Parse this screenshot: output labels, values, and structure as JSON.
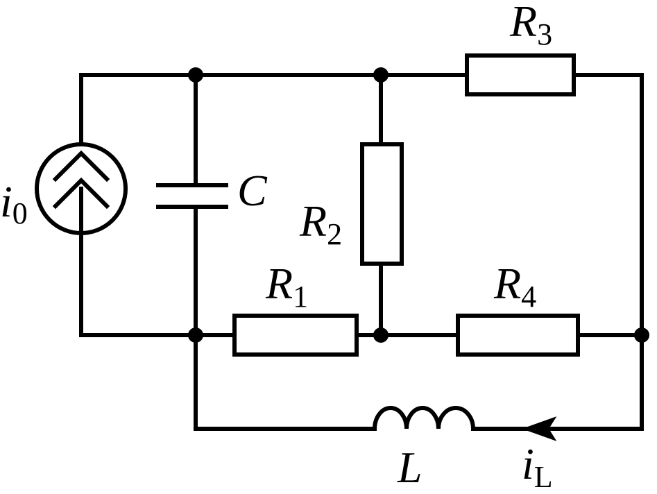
{
  "circuit": {
    "source": {
      "symbol": "i",
      "subscript": "0"
    },
    "capacitor": {
      "symbol": "C"
    },
    "r1": {
      "symbol": "R",
      "subscript": "1"
    },
    "r2": {
      "symbol": "R",
      "subscript": "2"
    },
    "r3": {
      "symbol": "R",
      "subscript": "3"
    },
    "r4": {
      "symbol": "R",
      "subscript": "4"
    },
    "inductor": {
      "symbol": "L"
    },
    "inductor_current": {
      "symbol": "i",
      "subscript": "L"
    }
  },
  "colors": {
    "line": "#000000",
    "background": "#ffffff"
  }
}
